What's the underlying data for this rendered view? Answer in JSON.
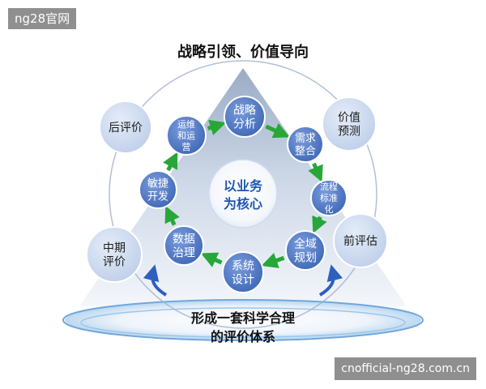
{
  "watermark_top": "ng28官网",
  "watermark_bottom": "cnofficial-ng28.com.cn",
  "title": "战略引领、价值导向",
  "core": [
    "以业务",
    "为核心"
  ],
  "cycle_nodes": [
    {
      "id": "strategy",
      "lines": [
        "战略",
        "分析"
      ]
    },
    {
      "id": "demand",
      "lines": [
        "需求",
        "整合"
      ]
    },
    {
      "id": "process",
      "lines": [
        "流程",
        "标准",
        "化"
      ]
    },
    {
      "id": "domain",
      "lines": [
        "全域",
        "规划"
      ]
    },
    {
      "id": "system",
      "lines": [
        "系统",
        "设计"
      ]
    },
    {
      "id": "data",
      "lines": [
        "数据",
        "治理"
      ]
    },
    {
      "id": "agile",
      "lines": [
        "敏捷",
        "开发"
      ]
    },
    {
      "id": "ops",
      "lines": [
        "运维",
        "和运",
        "营"
      ]
    }
  ],
  "eval_nodes": [
    {
      "id": "post",
      "lines": [
        "后评价"
      ]
    },
    {
      "id": "value",
      "lines": [
        "价值",
        "预测"
      ]
    },
    {
      "id": "mid",
      "lines": [
        "中期",
        "评价"
      ]
    },
    {
      "id": "pre",
      "lines": [
        "前评估"
      ]
    }
  ],
  "bottom_text": [
    "形成一套科学合理",
    "的评价体系"
  ],
  "colors": {
    "node_fill": "#4a76c4",
    "eval_fill": "#c9d7ee",
    "arrow_green": "#27a737",
    "arrow_blue": "#2d5fbf",
    "core_text": "#1f56b4",
    "triangle": "#a3b5cf"
  }
}
